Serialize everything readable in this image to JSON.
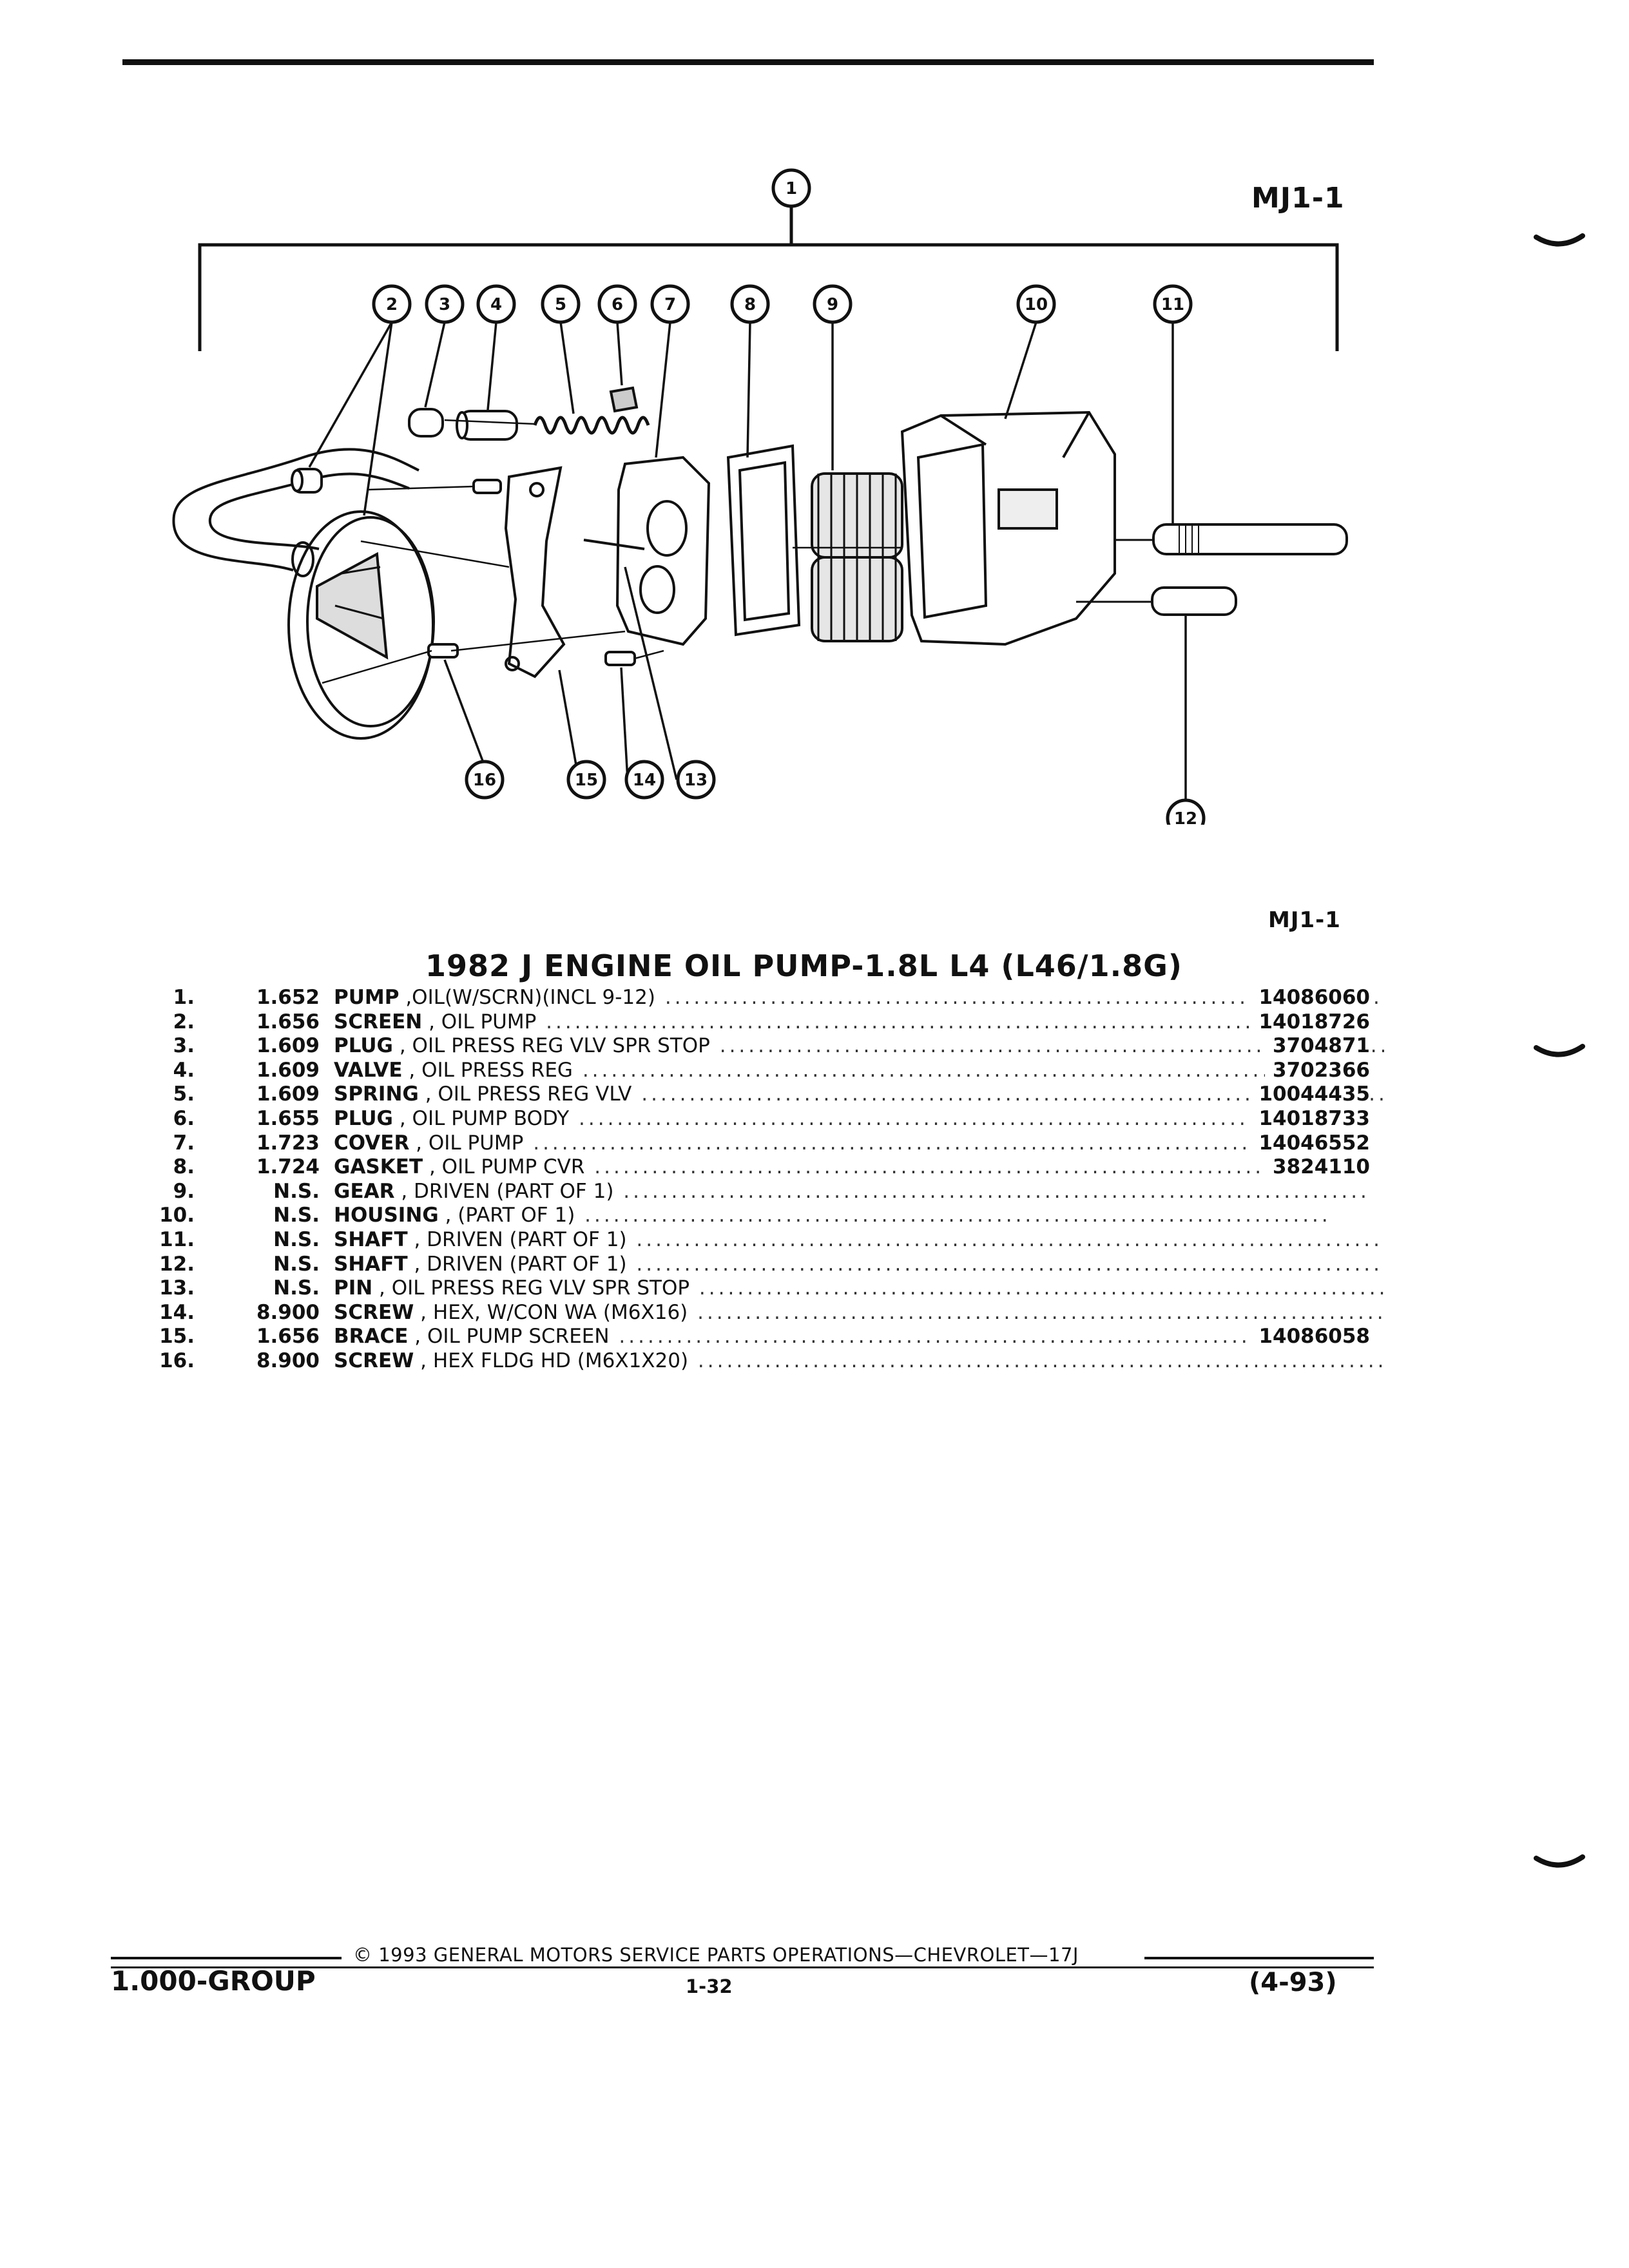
{
  "figure_code_top": "MJ1-1",
  "figure_code_mid": "MJ1-1",
  "callouts": [
    "1",
    "2",
    "3",
    "4",
    "5",
    "6",
    "7",
    "8",
    "9",
    "10",
    "11",
    "12",
    "13",
    "14",
    "15",
    "16"
  ],
  "title": "1982 J ENGINE OIL PUMP-1.8L L4 (L46/1.8G)",
  "parts": [
    {
      "num": "1.",
      "group": "1.652",
      "name": "PUMP",
      "desc": " ,OIL(W/SCRN)(INCL 9-12)",
      "part_no": "14086060"
    },
    {
      "num": "2.",
      "group": "1.656",
      "name": "SCREEN",
      "desc": " , OIL PUMP",
      "part_no": "14018726"
    },
    {
      "num": "3.",
      "group": "1.609",
      "name": "PLUG",
      "desc": " , OIL PRESS REG VLV SPR STOP",
      "part_no": "3704871"
    },
    {
      "num": "4.",
      "group": "1.609",
      "name": "VALVE",
      "desc": " , OIL PRESS REG",
      "part_no": "3702366"
    },
    {
      "num": "5.",
      "group": "1.609",
      "name": "SPRING",
      "desc": " , OIL PRESS REG VLV",
      "part_no": "10044435"
    },
    {
      "num": "6.",
      "group": "1.655",
      "name": "PLUG",
      "desc": " , OIL PUMP BODY",
      "part_no": "14018733"
    },
    {
      "num": "7.",
      "group": "1.723",
      "name": "COVER",
      "desc": " , OIL PUMP",
      "part_no": "14046552"
    },
    {
      "num": "8.",
      "group": "1.724",
      "name": "GASKET",
      "desc": " , OIL PUMP CVR",
      "part_no": "3824110"
    },
    {
      "num": "9.",
      "group": "N.S.",
      "name": "GEAR",
      "desc": " , DRIVEN (PART OF 1)",
      "part_no": ""
    },
    {
      "num": "10.",
      "group": "N.S.",
      "name": "HOUSING",
      "desc": " , (PART OF 1)",
      "part_no": ""
    },
    {
      "num": "11.",
      "group": "N.S.",
      "name": "SHAFT",
      "desc": " , DRIVEN (PART OF 1)",
      "part_no": ""
    },
    {
      "num": "12.",
      "group": "N.S.",
      "name": "SHAFT",
      "desc": " , DRIVEN (PART OF 1)",
      "part_no": ""
    },
    {
      "num": "13.",
      "group": "N.S.",
      "name": "PIN",
      "desc": " , OIL PRESS REG VLV SPR STOP",
      "part_no": ""
    },
    {
      "num": "14.",
      "group": "8.900",
      "name": "SCREW",
      "desc": " , HEX, W/CON WA (M6X16)",
      "part_no": ""
    },
    {
      "num": "15.",
      "group": "1.656",
      "name": "BRACE",
      "desc": " , OIL PUMP SCREEN",
      "part_no": "14086058"
    },
    {
      "num": "16.",
      "group": "8.900",
      "name": "SCREW",
      "desc": " , HEX FLDG HD (M6X1X20)",
      "part_no": ""
    }
  ],
  "footer": {
    "copyright": "© 1993 GENERAL MOTORS SERVICE PARTS OPERATIONS—CHEVROLET—17J",
    "group": "1.000-GROUP",
    "page": "1-32",
    "revision": "(4-93)"
  }
}
